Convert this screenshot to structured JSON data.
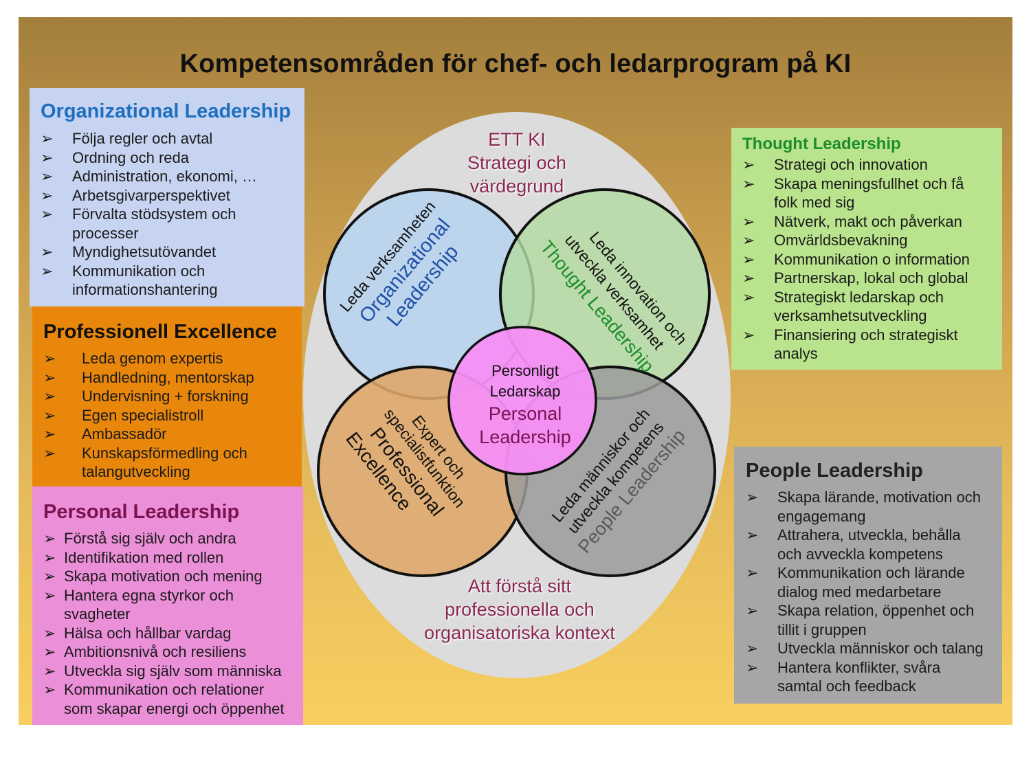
{
  "title": "Kompetensområden för chef- och ledarprogram på KI",
  "colors": {
    "org_box": "#c6d4f1",
    "org_heading": "#1f6fbf",
    "prof_box": "#e8870c",
    "pers_box": "#ec8fd9",
    "pers_heading": "#7a1350",
    "thought_box": "#b9e38c",
    "thought_heading": "#1c8d2b",
    "people_box": "#a6a6a6",
    "circle_org": "#b7d3ef",
    "circle_thought": "#b5dba1",
    "circle_prof": "#dfa668",
    "circle_people": "#9b9b9b",
    "circle_personal": "#f58ff5"
  },
  "bullet_glyph": "➢",
  "organizational": {
    "heading": "Organizational Leadership",
    "items": [
      [
        "Följa regler och avtal"
      ],
      [
        "Ordning och reda"
      ],
      [
        "Administration, ekonomi, …"
      ],
      [
        "Arbetsgivarperspektivet"
      ],
      [
        "Förvalta stödsystem och",
        "processer"
      ],
      [
        "Myndighetsutövandet"
      ],
      [
        "Kommunikation och",
        "informationshantering"
      ]
    ]
  },
  "professional": {
    "heading": "Professionell Excellence",
    "items": [
      [
        "Leda genom expertis"
      ],
      [
        "Handledning, mentorskap"
      ],
      [
        "Undervisning + forskning"
      ],
      [
        "Egen specialistroll"
      ],
      [
        "Ambassadör"
      ],
      [
        "Kunskapsförmedling och",
        "talangutveckling"
      ]
    ]
  },
  "personal": {
    "heading": "Personal Leadership",
    "items": [
      [
        "Förstå sig själv och andra"
      ],
      [
        "Identifikation med rollen"
      ],
      [
        "Skapa motivation och mening"
      ],
      [
        "Hantera egna styrkor och",
        "svagheter"
      ],
      [
        "Hälsa och hållbar vardag"
      ],
      [
        "Ambitionsnivå och resiliens"
      ],
      [
        "Utveckla sig själv som människa"
      ],
      [
        "Kommunikation och relationer",
        "som skapar energi och öppenhet"
      ]
    ]
  },
  "thought": {
    "heading": "Thought Leadership",
    "items": [
      [
        "Strategi och innovation"
      ],
      [
        "Skapa meningsfullhet och få",
        "folk med sig"
      ],
      [
        "Nätverk, makt och påverkan"
      ],
      [
        "Omvärldsbevakning"
      ],
      [
        "Kommunikation o information"
      ],
      [
        "Partnerskap, lokal och global"
      ],
      [
        "Strategiskt ledarskap och",
        "verksamhetsutveckling"
      ],
      [
        "Finansiering och strategiskt",
        "analys"
      ]
    ]
  },
  "people": {
    "heading": "People Leadership",
    "items": [
      [
        "Skapa lärande, motivation och",
        "engagemang"
      ],
      [
        "Attrahera, utveckla, behålla",
        "och avveckla kompetens"
      ],
      [
        "Kommunikation och lärande",
        "dialog med medarbetare"
      ],
      [
        "Skapa relation, öppenhet och",
        "tillit i gruppen"
      ],
      [
        "Utveckla människor och talang"
      ],
      [
        "Hantera konflikter, svåra",
        "samtal och feedback"
      ]
    ]
  },
  "diagram": {
    "top_text": [
      "ETT KI",
      "Strategi och",
      "värdegrund"
    ],
    "bottom_text": [
      "Att förstå sitt",
      "professionella och",
      "organisatoriska kontext"
    ],
    "org_circle": {
      "line1": "Leda verksamheten",
      "line2": "Organizational",
      "line3": "Leadership"
    },
    "thought_circle": {
      "line1": "Leda innovation och",
      "line2": "utveckla verksamhet",
      "line3": "Thought Leadership"
    },
    "prof_circle": {
      "line1": "Expert och",
      "line2": "specialistfunktion",
      "line3": "Professional",
      "line4": "Excellence"
    },
    "people_circle": {
      "line1": "Leda människor och",
      "line2": "utveckla kompetens",
      "line3": "People Leadership"
    },
    "center": [
      "Personligt",
      "Ledarskap",
      "Personal",
      "Leadership"
    ]
  }
}
